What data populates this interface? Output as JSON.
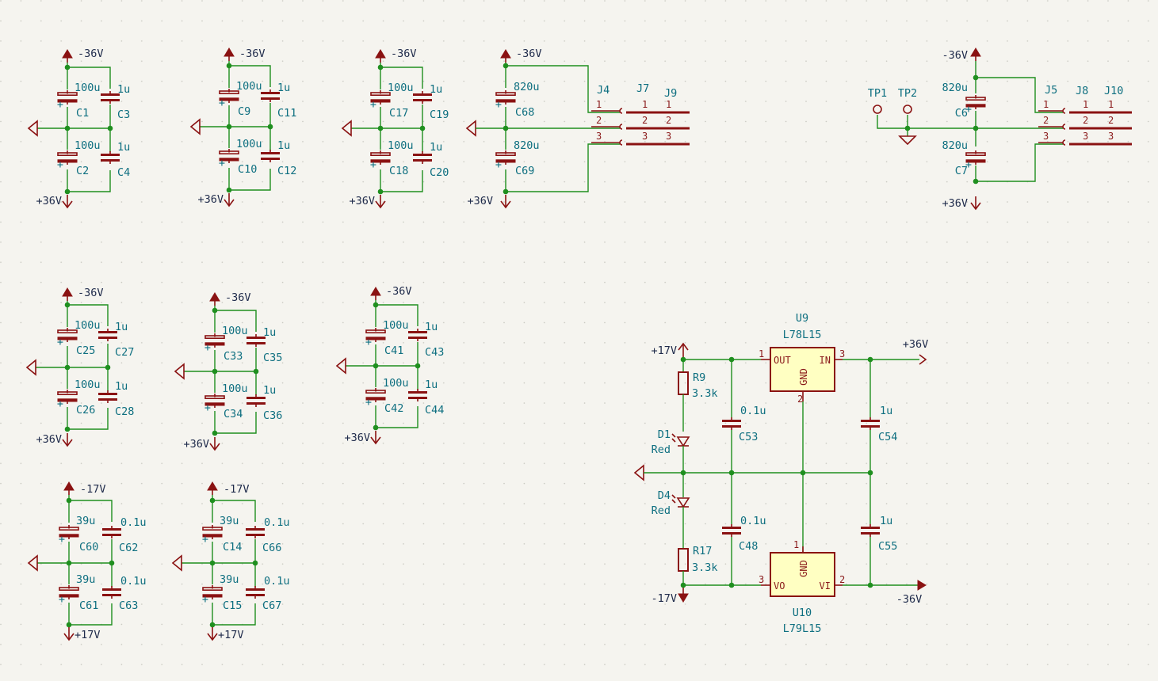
{
  "rails": {
    "neg36": "-36V",
    "pos36": "+36V",
    "neg17": "-17V",
    "pos17": "+17V"
  },
  "cap_values": {
    "c100u": "100u",
    "c1u": "1u",
    "c820u": "820u",
    "c39u": "39u",
    "c01u": "0.1u"
  },
  "cap_groups": [
    {
      "top": "C1",
      "bot": "C2",
      "tr": "C3",
      "br": "C4"
    },
    {
      "top": "C9",
      "bot": "C10",
      "tr": "C11",
      "br": "C12"
    },
    {
      "top": "C17",
      "bot": "C18",
      "tr": "C19",
      "br": "C20"
    },
    {
      "top": "C25",
      "bot": "C26",
      "tr": "C27",
      "br": "C28"
    },
    {
      "top": "C33",
      "bot": "C34",
      "tr": "C35",
      "br": "C36"
    },
    {
      "top": "C41",
      "bot": "C42",
      "tr": "C43",
      "br": "C44"
    },
    {
      "top": "C60",
      "bot": "C61",
      "tr": "C62",
      "br": "C63"
    },
    {
      "top": "C14",
      "bot": "C15",
      "tr": "C66",
      "br": "C67"
    }
  ],
  "bulk_left": {
    "top": "C68",
    "bot": "C69"
  },
  "bulk_right": {
    "top": "C6",
    "bot": "C7"
  },
  "connectors_left": [
    "J4",
    "J7",
    "J9"
  ],
  "connectors_right": [
    "J5",
    "J8",
    "J10"
  ],
  "pins": [
    "1",
    "2",
    "3"
  ],
  "testpoints": [
    "TP1",
    "TP2"
  ],
  "regulator": {
    "u9_ref": "U9",
    "u9_value": "L78L15",
    "u10_ref": "U10",
    "u10_value": "L79L15",
    "pin_out": "OUT",
    "pin_in": "IN",
    "pin_gnd": "GND",
    "pin_vo": "VO",
    "pin_vi": "VI",
    "r9": "R9",
    "r17": "R17",
    "r_value": "3.3k",
    "d1": "D1",
    "d4": "D4",
    "d_value": "Red",
    "c53": "C53",
    "c48": "C48",
    "c54": "C54",
    "c55": "C55"
  }
}
